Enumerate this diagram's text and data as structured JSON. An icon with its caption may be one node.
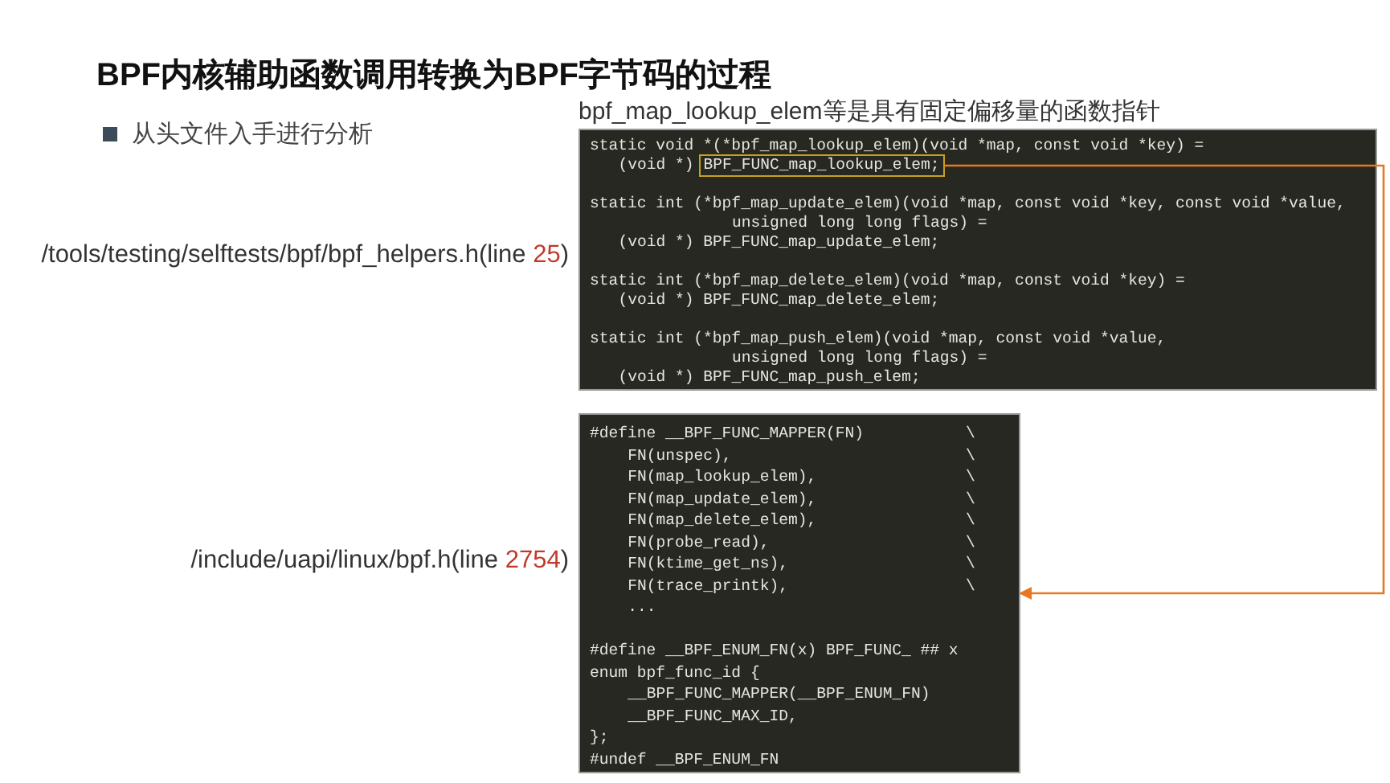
{
  "diagram": {
    "title": "BPF内核辅助函数调用转换为BPF字节码的过程",
    "nodes": [
      {
        "text": [
          "bpf_map_lookup_elem等是具有固定偏移量的函数指针",
          "static void *(*bpf_map_lookup_elem)(void *map, const void *key) =",
          "(void *)",
          "static int (*bpf_map_update_elem)(void *map, const void *key, const void *value,",
          "unsigned long long flags) =",
          "(void *) BPF_FUNC_map_update_elem;",
          "static int (*bpf_map_delete_elem)(void *map, const void *key) =",
          "(void *) BPF_FUNC_map_delete_elem;",
          "static int (*bpf_map_push_elem)(void *map, const void *value,",
          "unsigned long long flags) =",
          "(void *) BPF_FUNC_map_push_elem;"
        ],
        "beside": [
          "/tools/testing/selftests/bpf/bpf_helpers.h(line 25)"
        ]
      },
      {
        "text": [
          "BPF_FUNC_map_lookup_elem;"
        ],
        "in": 0
      },
      {
        "text": [
          "#define __BPF_FUNC_MAPPER(FN) \\",
          "FN(unspec), \\",
          "FN(map_lookup_elem), \\",
          "FN(map_update_elem), \\",
          "FN(map_delete_elem), \\",
          "FN(probe_read), \\",
          "FN(ktime_get_ns), \\",
          "FN(trace_printk), \\",
          "...",
          "#define __BPF_ENUM_FN(x) BPF_FUNC_ ## x",
          "enum bpf_func_id {",
          "__BPF_FUNC_MAPPER(__BPF_ENUM_FN)",
          "__BPF_FUNC_MAX_ID,",
          "};",
          "#undef __BPF_ENUM_FN"
        ],
        "beside": [
          "/include/uapi/linux/bpf.h(line 2754)"
        ]
      }
    ],
    "edges": [
      {
        "from": 1,
        "to": 2,
        "arrow": "to",
        "color": "#e87722"
      }
    ],
    "labels": [
      "从头文件入手进行分析"
    ]
  }
}
